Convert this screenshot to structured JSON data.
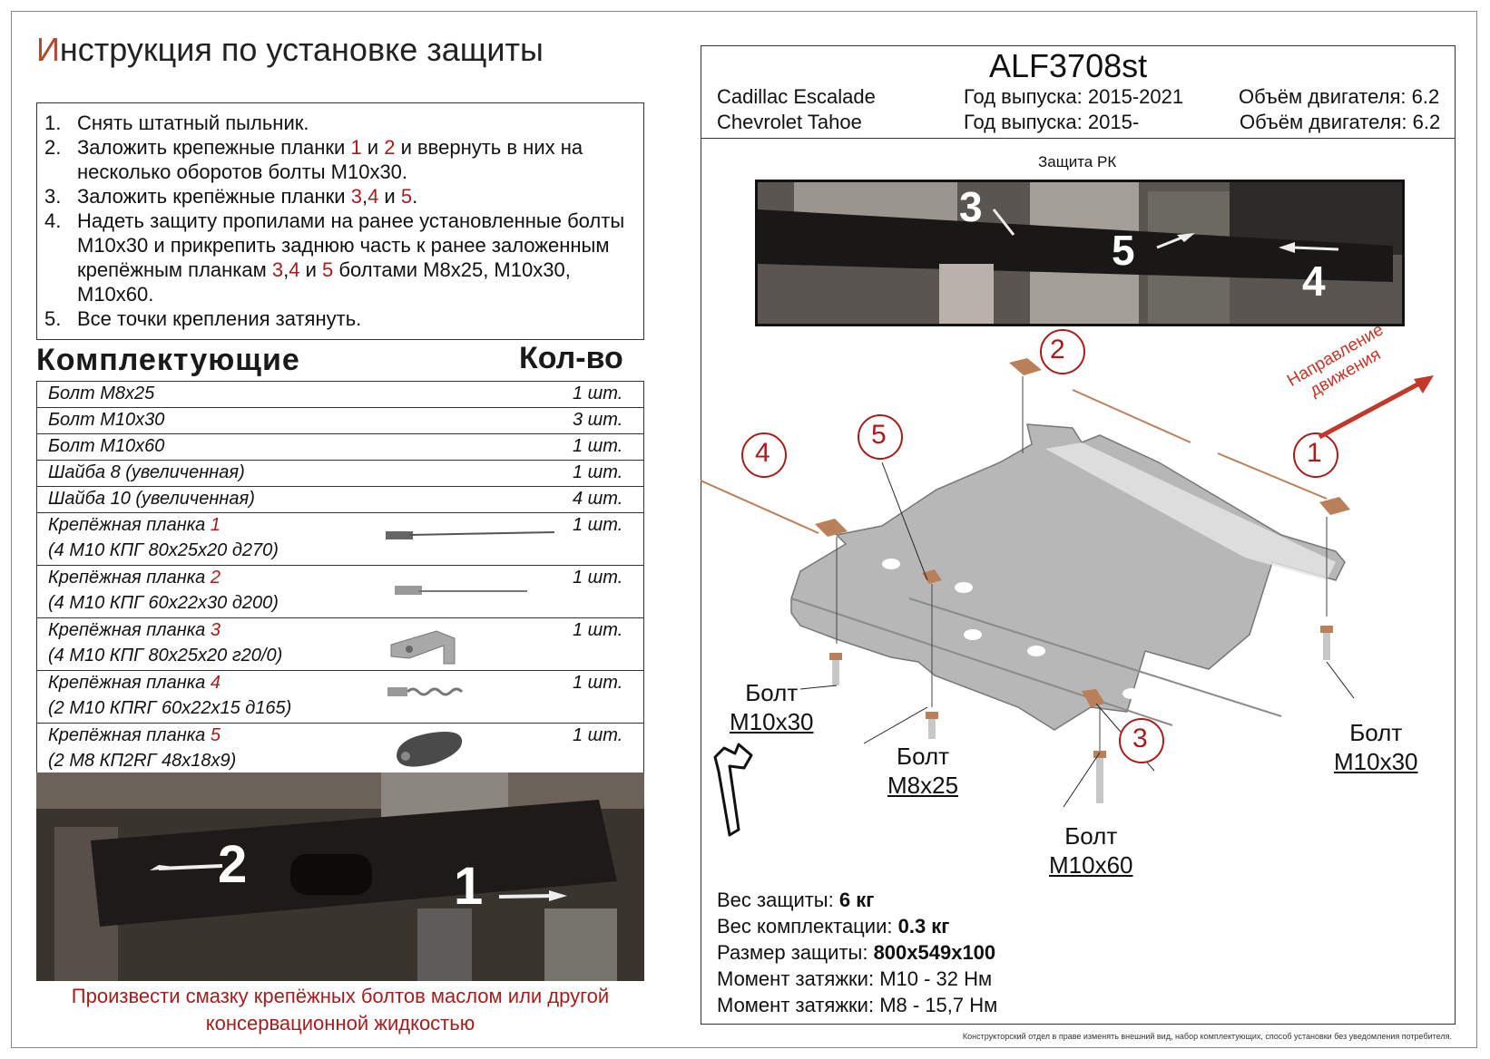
{
  "title": {
    "first_letter": "И",
    "rest": "нструкция по установке защиты"
  },
  "steps": [
    {
      "num": "1.",
      "parts": [
        {
          "t": "Снять штатный пыльник."
        }
      ]
    },
    {
      "num": "2.",
      "parts": [
        {
          "t": "Заложить крепежные планки "
        },
        {
          "t": "1",
          "red": true
        },
        {
          "t": " и "
        },
        {
          "t": "2",
          "red": true
        },
        {
          "t": " и ввернуть в них на несколько оборотов болты М10х30."
        }
      ]
    },
    {
      "num": "3.",
      "parts": [
        {
          "t": "Заложить крепёжные планки "
        },
        {
          "t": "3",
          "red": true
        },
        {
          "t": ","
        },
        {
          "t": "4",
          "red": true
        },
        {
          "t": " и "
        },
        {
          "t": "5",
          "red": true
        },
        {
          "t": "."
        }
      ]
    },
    {
      "num": "4.",
      "parts": [
        {
          "t": "Надеть защиту пропилами на ранее установленные болты М10х30 и прикрепить заднюю часть к ранее заложенным крепёжным планкам "
        },
        {
          "t": "3",
          "red": true
        },
        {
          "t": ","
        },
        {
          "t": "4",
          "red": true
        },
        {
          "t": " и "
        },
        {
          "t": "5",
          "red": true
        },
        {
          "t": " болтами М8х25, М10х30, М10х60."
        }
      ]
    },
    {
      "num": "5.",
      "parts": [
        {
          "t": "Все точки крепления затянуть."
        }
      ]
    }
  ],
  "components_heading": "Комплектующие",
  "qty_heading": "Кол-во",
  "parts": [
    {
      "name": "Болт М8х25",
      "qty": "1 шт."
    },
    {
      "name": "Болт М10х30",
      "qty": "3 шт."
    },
    {
      "name": "Болт М10х60",
      "qty": "1 шт."
    },
    {
      "name": "Шайба 8 (увеличенная)",
      "qty": "1 шт."
    },
    {
      "name": "Шайба 10  (увеличенная)",
      "qty": "4 шт."
    },
    {
      "name": "Крепёжная планка ",
      "num": "1",
      "sub": "(4 М10 КПГ 80х25х20 д270)",
      "qty": "1 шт.",
      "icon": "strip-plate-icon"
    },
    {
      "name": "Крепёжная планка ",
      "num": "2",
      "sub": "(4 М10 КПГ 60х22х30 д200)",
      "qty": "1 шт.",
      "icon": "strip-plate-icon"
    },
    {
      "name": "Крепёжная планка ",
      "num": "3",
      "sub": "(4 М10 КПГ 80х25х20 г20/0)",
      "qty": "1 шт.",
      "icon": "bracket-plate-icon"
    },
    {
      "name": "Крепёжная планка ",
      "num": "4",
      "sub": "(2 М10 КПRГ 60х22х15 д165)",
      "qty": "1 шт.",
      "icon": "chain-plate-icon"
    },
    {
      "name": "Крепёжная планка ",
      "num": "5",
      "sub": "(2 М8 КП2RГ 48х18х9)",
      "qty": "1 шт.",
      "icon": "small-plate-icon"
    }
  ],
  "bottom_photo_labels": [
    "2",
    "1"
  ],
  "note": "Произвести смазку крепёжных болтов маслом или другой консервационной жидкостью",
  "model": "ALF3708st",
  "vehicles": [
    {
      "name": "Cadillac Escalade",
      "year": "Год выпуска: 2015-2021",
      "engine": "Объём двигателя: 6.2"
    },
    {
      "name": "Chevrolet Tahoe",
      "year": "Год выпуска: 2015-",
      "engine": "Объём двигателя: 6.2"
    }
  ],
  "photo_caption": "Защита РК",
  "top_photo_labels": [
    "3",
    "5",
    "4"
  ],
  "direction": [
    "Направление",
    "движения"
  ],
  "callouts": [
    "2",
    "1",
    "4",
    "5",
    "3"
  ],
  "bolt_labels": [
    {
      "line1": "Болт",
      "line2": "М10х30"
    },
    {
      "line1": "Болт",
      "line2": "М8х25"
    },
    {
      "line1": "Болт",
      "line2": "М10х60"
    },
    {
      "line1": "Болт",
      "line2": "М10х30"
    }
  ],
  "specs": [
    {
      "label": "Вес защиты: ",
      "value": "6 кг"
    },
    {
      "label": "Вес комплектации: ",
      "value": "0.3 кг"
    },
    {
      "label": "Размер защиты: ",
      "value": "800х549х100"
    },
    {
      "label": "Момент затяжки:  ",
      "value": "М10 - 32 Нм"
    },
    {
      "label": "Момент затяжки:  ",
      "value": "М8 - 15,7 Нм"
    }
  ],
  "disclaimer": "Конструкторский отдел в праве изменять внешний вид, набор комплектующих, способ установки без уведомления потребителя.",
  "colors": {
    "accent_red": "#a61d1d",
    "title_accent": "#b04a2a",
    "plate_gray": "#b4b4b4",
    "bracket_copper": "#b9805a"
  }
}
